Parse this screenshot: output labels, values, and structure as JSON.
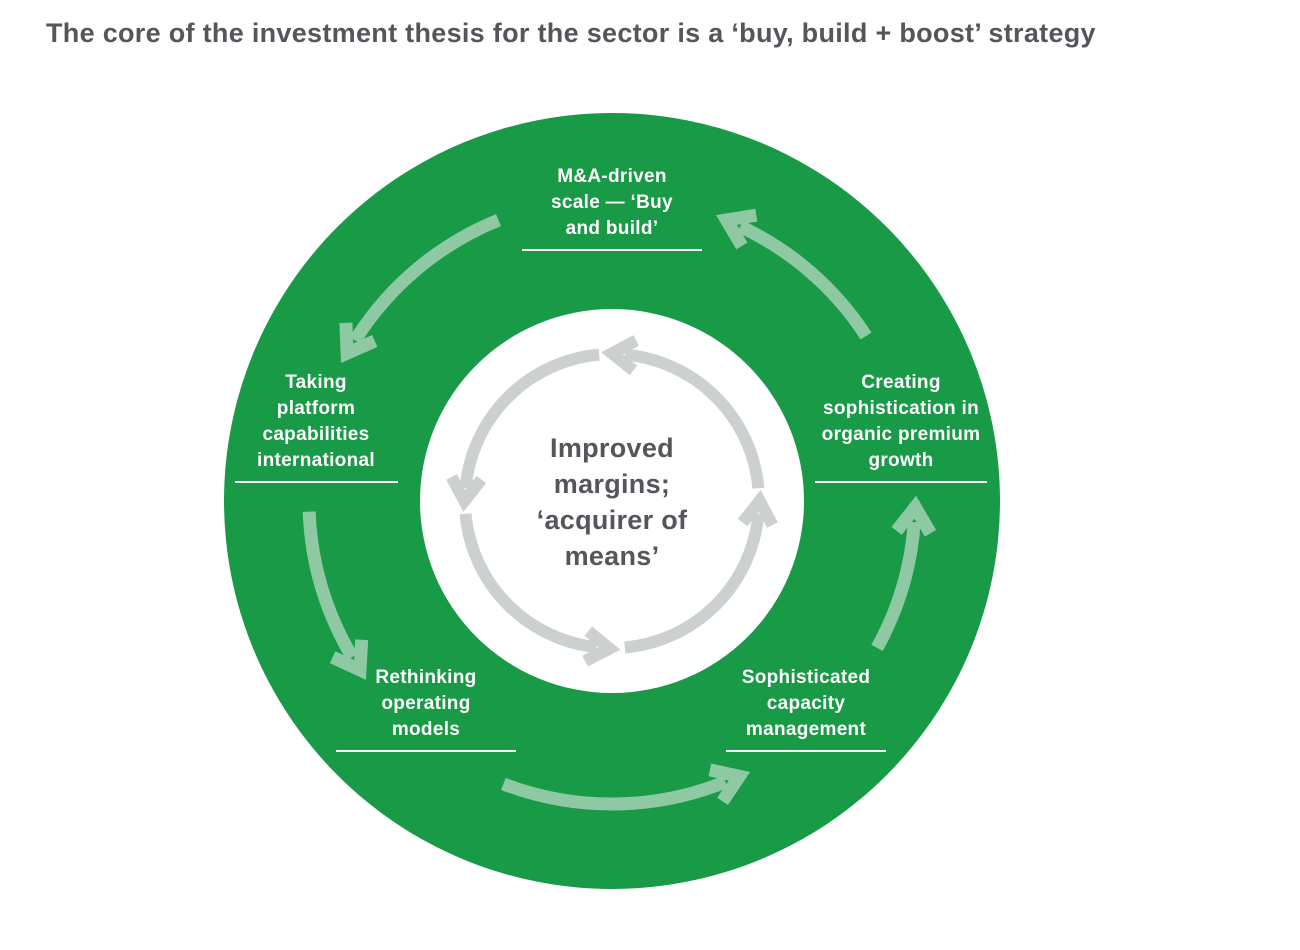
{
  "title": "The core of the investment thesis for the sector is a ‘buy, build + boost’ strategy",
  "diagram": {
    "type": "cycle",
    "flow_direction": "counterclockwise",
    "colors": {
      "ring_green": "#189a47",
      "outer_arrow_green": "#8ec9a3",
      "inner_arrow_gray": "#ccd1cd",
      "heading_text": "#54565b",
      "label_text": "#ffffff"
    },
    "center_label": {
      "text": "Improved margins; ‘acquirer of means’",
      "lines": [
        "Improved",
        "margins;",
        "‘acquirer of",
        "means’"
      ]
    },
    "stages": [
      {
        "id": "top",
        "text": "M&A-driven scale — ‘Buy and build’",
        "lines": [
          "M&A-driven",
          "scale — ‘Buy",
          "and build’"
        ]
      },
      {
        "id": "left",
        "text": "Taking platform capabilities international",
        "lines": [
          "Taking",
          "platform",
          "capabilities",
          "international"
        ]
      },
      {
        "id": "bottom-left",
        "text": "Rethinking operating models",
        "lines": [
          "Rethinking",
          "operating",
          "models"
        ]
      },
      {
        "id": "bottom-right",
        "text": "Sophisticated capacity management",
        "lines": [
          "Sophisticated",
          "capacity",
          "management"
        ]
      },
      {
        "id": "right",
        "text": "Creating sophistication in organic premium growth",
        "lines": [
          "Creating",
          "sophistication in",
          "organic premium",
          "growth"
        ]
      }
    ]
  }
}
